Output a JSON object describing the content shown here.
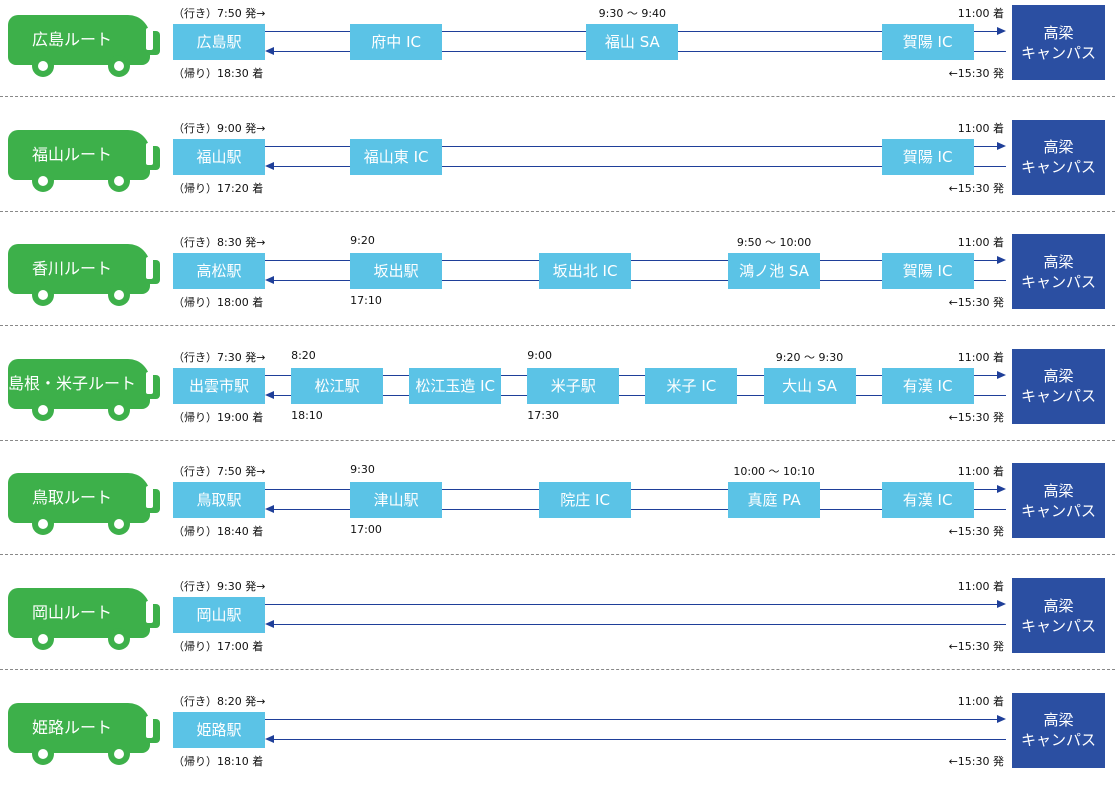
{
  "campus": {
    "line1": "高梁",
    "line2": "キャンパス"
  },
  "colors": {
    "bus": "#3db04a",
    "stop": "#5bc3e6",
    "campus": "#2b4fa2",
    "line": "#1f3f99"
  },
  "routes": [
    {
      "name": "広島ルート",
      "depart": "（行き）7:50 発→",
      "return": "（帰り）18:30 着",
      "arrive": "11:00 着",
      "leave": "←15:30 発",
      "stops": [
        {
          "name": "広島駅",
          "slot": 0
        },
        {
          "name": "府中 IC",
          "slot": 1.5
        },
        {
          "name": "福山 SA",
          "slot": 3.5,
          "above": "9:30 ～ 9:40"
        },
        {
          "name": "賀陽 IC",
          "slot": 6
        }
      ]
    },
    {
      "name": "福山ルート",
      "depart": "（行き）9:00 発→",
      "return": "（帰り）17:20 着",
      "arrive": "11:00 着",
      "leave": "←15:30 発",
      "stops": [
        {
          "name": "福山駅",
          "slot": 0
        },
        {
          "name": "福山東 IC",
          "slot": 1.5
        },
        {
          "name": "賀陽 IC",
          "slot": 6
        }
      ]
    },
    {
      "name": "香川ルート",
      "depart": "（行き）8:30 発→",
      "return": "（帰り）18:00 着",
      "arrive": "11:00 着",
      "leave": "←15:30 発",
      "stops": [
        {
          "name": "高松駅",
          "slot": 0
        },
        {
          "name": "坂出駅",
          "slot": 1.5,
          "above": "9:20",
          "below": "17:10"
        },
        {
          "name": "坂出北 IC",
          "slot": 3.1
        },
        {
          "name": "鴻ノ池 SA",
          "slot": 4.7,
          "above": "9:50 ～ 10:00"
        },
        {
          "name": "賀陽 IC",
          "slot": 6
        }
      ]
    },
    {
      "name": "島根・米子ルート",
      "depart": "（行き）7:30 発→",
      "return": "（帰り）19:00 着",
      "arrive": "11:00 着",
      "leave": "←15:30 発",
      "stops": [
        {
          "name": "出雲市駅",
          "slot": 0
        },
        {
          "name": "松江駅",
          "slot": 1,
          "above": "8:20",
          "below": "18:10"
        },
        {
          "name": "松江玉造 IC",
          "slot": 2
        },
        {
          "name": "米子駅",
          "slot": 3,
          "above": "9:00",
          "below": "17:30"
        },
        {
          "name": "米子 IC",
          "slot": 4
        },
        {
          "name": "大山 SA",
          "slot": 5,
          "above": "9:20 ～ 9:30"
        },
        {
          "name": "有漢 IC",
          "slot": 6
        }
      ]
    },
    {
      "name": "鳥取ルート",
      "depart": "（行き）7:50 発→",
      "return": "（帰り）18:40 着",
      "arrive": "11:00 着",
      "leave": "←15:30 発",
      "stops": [
        {
          "name": "鳥取駅",
          "slot": 0
        },
        {
          "name": "津山駅",
          "slot": 1.5,
          "above": "9:30",
          "below": "17:00"
        },
        {
          "name": "院庄 IC",
          "slot": 3.1
        },
        {
          "name": "真庭 PA",
          "slot": 4.7,
          "above": "10:00 ～ 10:10"
        },
        {
          "name": "有漢 IC",
          "slot": 6
        }
      ]
    },
    {
      "name": "岡山ルート",
      "depart": "（行き）9:30 発→",
      "return": "（帰り）17:00 着",
      "arrive": "11:00 着",
      "leave": "←15:30 発",
      "stops": [
        {
          "name": "岡山駅",
          "slot": 0
        }
      ]
    },
    {
      "name": "姫路ルート",
      "depart": "（行き）8:20 発→",
      "return": "（帰り）18:10 着",
      "arrive": "11:00 着",
      "leave": "←15:30 発",
      "stops": [
        {
          "name": "姫路駅",
          "slot": 0
        }
      ]
    }
  ]
}
